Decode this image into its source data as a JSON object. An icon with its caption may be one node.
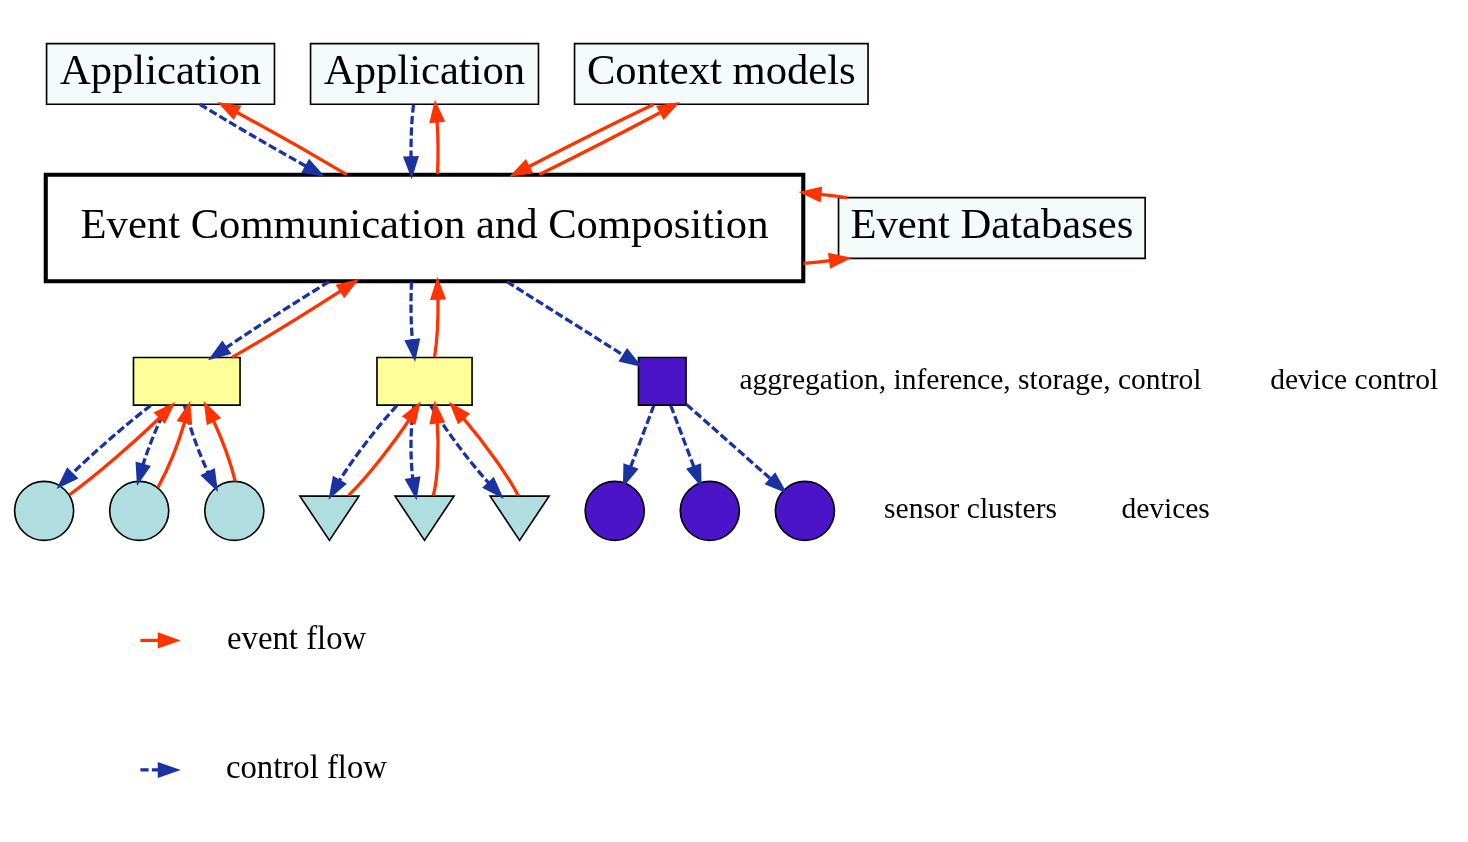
{
  "diagram": {
    "nodes": [
      {
        "text": [
          "Application"
        ]
      },
      {
        "text": [
          "Application"
        ]
      },
      {
        "text": [
          "Context models"
        ]
      },
      {
        "text": [
          "Event Communication and Composition"
        ]
      },
      {
        "text": [
          "Event Databases"
        ]
      },
      {
        "text": [],
        "shape": "box"
      },
      {
        "text": [],
        "shape": "box"
      },
      {
        "text": [],
        "shape": "box"
      },
      {
        "text": [],
        "shape": "circle"
      },
      {
        "text": [],
        "shape": "circle"
      },
      {
        "text": [],
        "shape": "circle"
      },
      {
        "text": [],
        "shape": "triangle"
      },
      {
        "text": [],
        "shape": "triangle"
      },
      {
        "text": [],
        "shape": "triangle"
      },
      {
        "text": [],
        "shape": "circle"
      },
      {
        "text": [],
        "shape": "circle"
      },
      {
        "text": [],
        "shape": "circle"
      }
    ],
    "edges": [
      {
        "from": 3,
        "to": 0,
        "arrow": "to",
        "color": "#ff3300"
      },
      {
        "from": 0,
        "to": 3,
        "arrow": "to",
        "style": "dashed",
        "color": "#1a33a0"
      },
      {
        "from": 3,
        "to": 1,
        "arrow": "to",
        "color": "#ff3300"
      },
      {
        "from": 1,
        "to": 3,
        "arrow": "to",
        "style": "dashed",
        "color": "#1a33a0"
      },
      {
        "from": 3,
        "to": 2,
        "arrow": "to",
        "color": "#ff3300"
      },
      {
        "from": 2,
        "to": 3,
        "arrow": "to",
        "color": "#ff3300"
      },
      {
        "from": 3,
        "to": 4,
        "arrow": "to",
        "color": "#ff3300"
      },
      {
        "from": 4,
        "to": 3,
        "arrow": "to",
        "color": "#ff3300"
      },
      {
        "from": 3,
        "to": 5,
        "arrow": "to",
        "style": "dashed",
        "color": "#1a33a0"
      },
      {
        "from": 5,
        "to": 3,
        "arrow": "to",
        "color": "#ff3300"
      },
      {
        "from": 6,
        "to": 3,
        "arrow": "to",
        "color": "#ff3300"
      },
      {
        "from": 3,
        "to": 6,
        "arrow": "to",
        "style": "dashed",
        "color": "#1a33a0"
      },
      {
        "from": 3,
        "to": 7,
        "arrow": "to",
        "style": "dashed",
        "color": "#1a33a0"
      },
      {
        "from": 5,
        "to": 8,
        "arrow": "to",
        "style": "dashed",
        "color": "#1a33a0"
      },
      {
        "from": 8,
        "to": 5,
        "arrow": "to",
        "color": "#ff3300"
      },
      {
        "from": 9,
        "to": 5,
        "arrow": "to",
        "color": "#ff3300"
      },
      {
        "from": 5,
        "to": 9,
        "arrow": "to",
        "style": "dashed",
        "color": "#1a33a0"
      },
      {
        "from": 10,
        "to": 5,
        "arrow": "to",
        "color": "#ff3300"
      },
      {
        "from": 5,
        "to": 10,
        "arrow": "to",
        "style": "dashed",
        "color": "#1a33a0"
      },
      {
        "from": 6,
        "to": 11,
        "arrow": "to",
        "style": "dashed",
        "color": "#1a33a0"
      },
      {
        "from": 11,
        "to": 6,
        "arrow": "to",
        "color": "#ff3300"
      },
      {
        "from": 12,
        "to": 6,
        "arrow": "to",
        "color": "#ff3300"
      },
      {
        "from": 6,
        "to": 12,
        "arrow": "to",
        "style": "dashed",
        "color": "#1a33a0"
      },
      {
        "from": 13,
        "to": 6,
        "arrow": "to",
        "color": "#ff3300"
      },
      {
        "from": 6,
        "to": 13,
        "arrow": "to",
        "style": "dashed",
        "color": "#1a33a0"
      },
      {
        "from": 7,
        "to": 14,
        "arrow": "to",
        "style": "dashed",
        "color": "#1a33a0"
      },
      {
        "from": 7,
        "to": 15,
        "arrow": "to",
        "style": "dashed",
        "color": "#1a33a0"
      },
      {
        "from": 7,
        "to": 16,
        "arrow": "to",
        "style": "dashed",
        "color": "#1a33a0"
      }
    ],
    "labels": [
      "aggregation, inference, storage, control",
      "device control",
      "sensor clusters",
      "devices"
    ],
    "legend": [
      {
        "text": "event flow"
      },
      {
        "text": "control flow"
      }
    ]
  }
}
